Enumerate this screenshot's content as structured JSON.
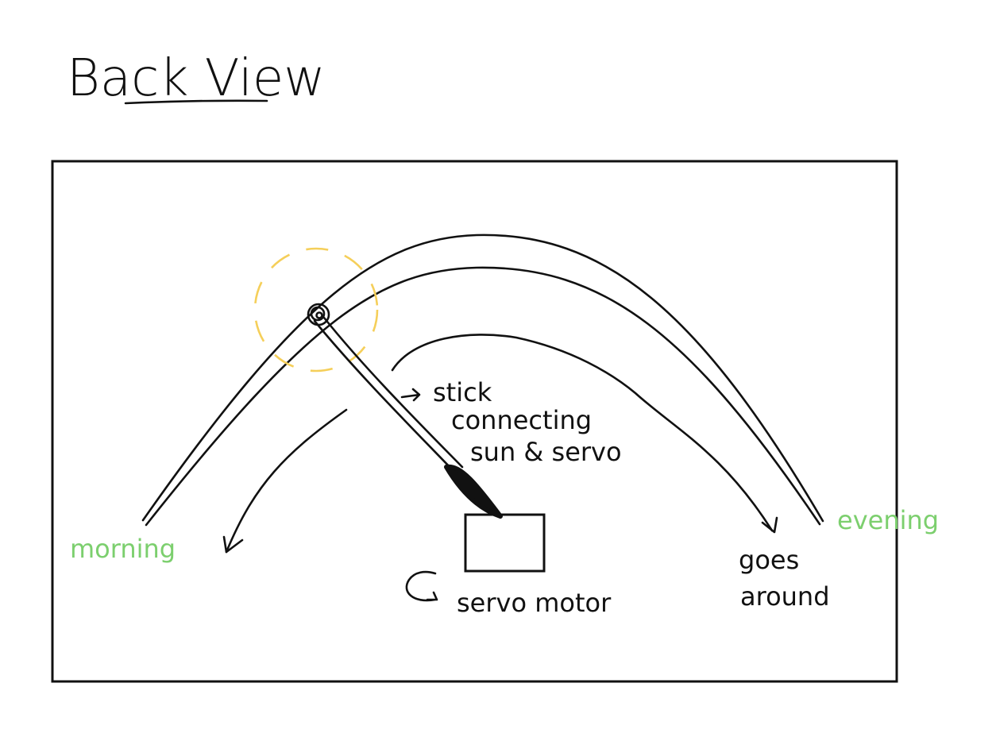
{
  "title": "Back View",
  "labels": {
    "stick": [
      "stick",
      "connecting",
      "sun & servo"
    ],
    "servo": "servo motor",
    "goes_around": [
      "goes",
      "around"
    ],
    "morning": "morning",
    "evening": "evening"
  },
  "colors": {
    "ink": "#111111",
    "time_labels": "#7ccf6e",
    "sun_outline": "#f5cf5a"
  }
}
